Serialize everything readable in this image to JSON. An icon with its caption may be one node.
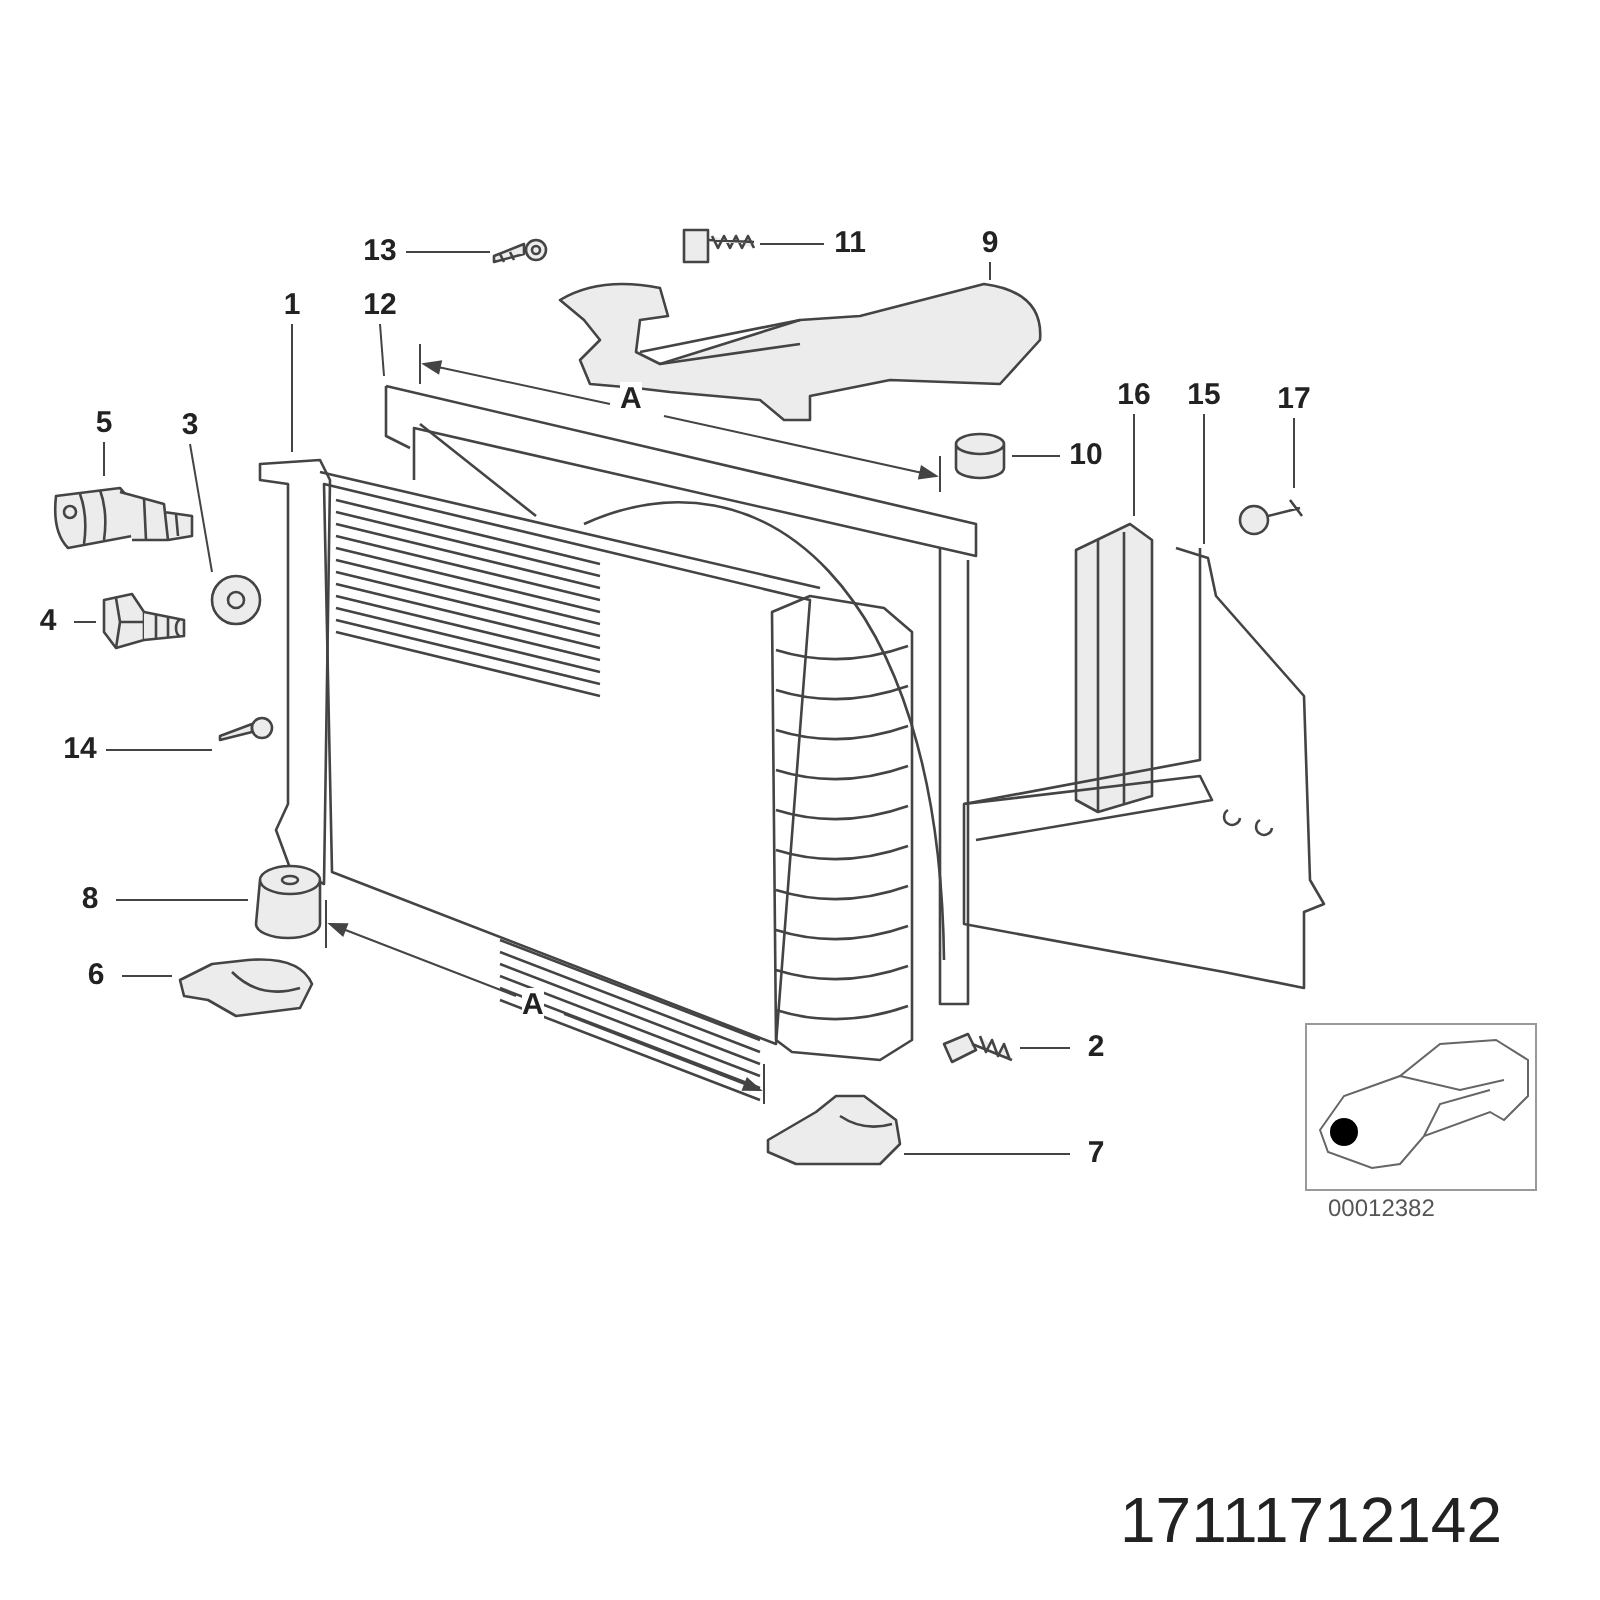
{
  "diagram": {
    "nodes": [
      {
        "text": [
          "13"
        ]
      },
      {
        "text": [
          "11"
        ]
      },
      {
        "text": [
          "9"
        ]
      },
      {
        "text": [
          "1"
        ]
      },
      {
        "text": [
          "12"
        ]
      },
      {
        "text": [
          "16"
        ]
      },
      {
        "text": [
          "15"
        ]
      },
      {
        "text": [
          "17"
        ]
      },
      {
        "text": [
          "5"
        ]
      },
      {
        "text": [
          "3"
        ]
      },
      {
        "text": [
          "10"
        ]
      },
      {
        "text": [
          "4"
        ]
      },
      {
        "text": [
          "14"
        ]
      },
      {
        "text": [
          "8"
        ]
      },
      {
        "text": [
          "6"
        ]
      },
      {
        "text": [
          "2"
        ]
      },
      {
        "text": [
          "7"
        ]
      },
      {
        "text": [],
        "shape": "picture"
      },
      {
        "text": [],
        "shape": "picture"
      },
      {
        "text": [],
        "shape": "picture"
      },
      {
        "text": [],
        "shape": "picture"
      },
      {
        "text": [],
        "shape": "picture"
      },
      {
        "text": [],
        "shape": "picture"
      },
      {
        "text": [],
        "shape": "picture"
      },
      {
        "text": [],
        "shape": "picture"
      },
      {
        "text": [],
        "shape": "picture"
      },
      {
        "text": [],
        "shape": "picture"
      },
      {
        "text": [],
        "shape": "picture"
      },
      {
        "text": [],
        "shape": "picture"
      },
      {
        "text": [],
        "shape": "picture"
      },
      {
        "text": [],
        "shape": "picture"
      },
      {
        "text": [],
        "shape": "picture"
      },
      {
        "text": [],
        "shape": "picture"
      },
      {
        "text": [],
        "shape": "picture"
      }
    ],
    "edges": [
      {
        "from": 0,
        "to": 17,
        "arrow": "none"
      },
      {
        "from": 1,
        "to": 18,
        "arrow": "none"
      },
      {
        "from": 2,
        "to": 19,
        "arrow": "none"
      },
      {
        "from": 3,
        "to": 20,
        "arrow": "none"
      },
      {
        "from": 4,
        "to": 21,
        "arrow": "none"
      },
      {
        "from": 5,
        "to": 22,
        "arrow": "none"
      },
      {
        "from": 6,
        "to": 23,
        "arrow": "none"
      },
      {
        "from": 7,
        "to": 24,
        "arrow": "none"
      },
      {
        "from": 8,
        "to": 25,
        "arrow": "none"
      },
      {
        "from": 9,
        "to": 26,
        "arrow": "none"
      },
      {
        "from": 10,
        "to": 27,
        "arrow": "none"
      },
      {
        "from": 11,
        "to": 28,
        "arrow": "none"
      },
      {
        "from": 12,
        "to": 29,
        "arrow": "none"
      },
      {
        "from": 13,
        "to": 30,
        "arrow": "none"
      },
      {
        "from": 14,
        "to": 31,
        "arrow": "none"
      },
      {
        "from": 15,
        "to": 32,
        "arrow": "none"
      },
      {
        "from": 16,
        "to": 33,
        "arrow": "none"
      }
    ],
    "labels": [
      "A",
      "A",
      "00012382",
      "17111712142"
    ]
  }
}
